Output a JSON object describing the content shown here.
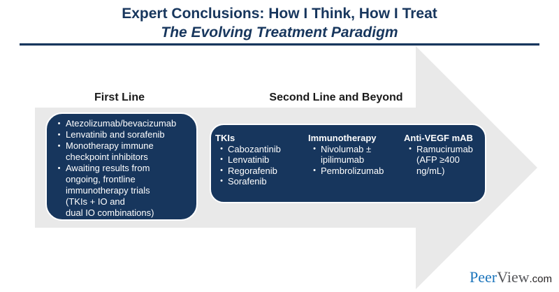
{
  "colors": {
    "navy": "#17365d",
    "arrow_gray": "#e9e9e9",
    "heading_black": "#1a1a1a",
    "logo_blue": "#1c75bc",
    "logo_gray": "#55565a",
    "logo_black": "#231f20"
  },
  "title": {
    "line1": "Expert Conclusions: How I Think, How I Treat",
    "line2": "The Evolving Treatment Paradigm"
  },
  "sections": {
    "first_line": {
      "heading": "First Line",
      "bullets": [
        {
          "lines": [
            "Atezolizumab/bevacizumab"
          ]
        },
        {
          "lines": [
            "Lenvatinib and sorafenib"
          ]
        },
        {
          "lines": [
            "Monotherapy immune",
            "checkpoint inhibitors"
          ]
        },
        {
          "lines": [
            "Awaiting results from",
            "ongoing, frontline",
            "immunotherapy trials",
            "(TKIs + IO and",
            "dual IO combinations)"
          ]
        }
      ]
    },
    "second_line": {
      "heading": "Second Line and Beyond",
      "columns": [
        {
          "header": "TKIs",
          "bullets": [
            {
              "lines": [
                "Cabozantinib"
              ]
            },
            {
              "lines": [
                "Lenvatinib"
              ]
            },
            {
              "lines": [
                "Regorafenib"
              ]
            },
            {
              "lines": [
                "Sorafenib"
              ]
            }
          ]
        },
        {
          "header": "Immunotherapy",
          "bullets": [
            {
              "lines": [
                "Nivolumab ±",
                "ipilimumab"
              ]
            },
            {
              "lines": [
                "Pembrolizumab"
              ]
            }
          ]
        },
        {
          "header": "Anti-VEGF mAB",
          "bullets": [
            {
              "lines": [
                "Ramucirumab",
                "(AFP ≥400",
                "ng/mL)"
              ]
            }
          ]
        }
      ]
    }
  },
  "logo": {
    "part1": "Peer",
    "part2": "View",
    "part3": ".com"
  }
}
